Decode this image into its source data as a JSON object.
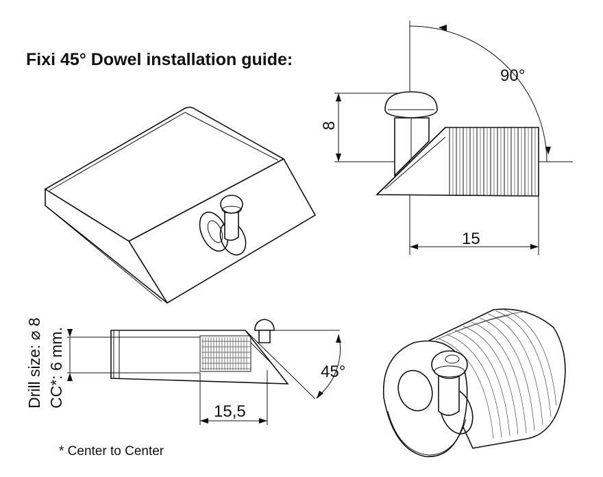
{
  "title": "Fixi 45° Dowel installation guide:",
  "dimensions": {
    "angle_side": "90°",
    "height_side": "8",
    "length_side": "15",
    "drill_size": "Drill size: ⌀ 8",
    "center_to_center": "CC*: 6 mm.",
    "drill_depth": "15,5",
    "angle_section": "45°"
  },
  "footnote": "* Center to Center"
}
